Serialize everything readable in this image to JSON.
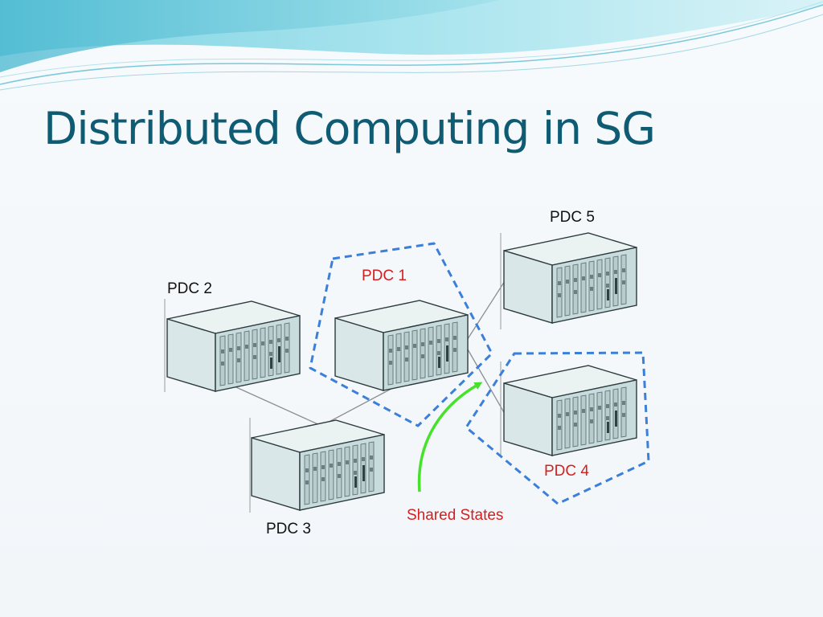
{
  "slide": {
    "title": "Distributed Computing in SG"
  },
  "diagram": {
    "nodes": [
      {
        "id": "pdc1",
        "label": "PDC 1",
        "label_color": "#d42020"
      },
      {
        "id": "pdc2",
        "label": "PDC 2",
        "label_color": "#111111"
      },
      {
        "id": "pdc3",
        "label": "PDC 3",
        "label_color": "#111111"
      },
      {
        "id": "pdc4",
        "label": "PDC 4",
        "label_color": "#d42020"
      },
      {
        "id": "pdc5",
        "label": "PDC 5",
        "label_color": "#111111"
      }
    ],
    "edges": [
      {
        "from": "pdc2",
        "to": "pdc3"
      },
      {
        "from": "pdc3",
        "to": "pdc1"
      },
      {
        "from": "pdc1",
        "to": "pdc5"
      },
      {
        "from": "pdc1",
        "to": "pdc4"
      }
    ],
    "groups": [
      {
        "id": "group-pdc1",
        "members": [
          "pdc1"
        ],
        "style": "dashed",
        "color": "#3b7fd9"
      },
      {
        "id": "group-pdc4",
        "members": [
          "pdc4"
        ],
        "style": "dashed",
        "color": "#3b7fd9"
      }
    ],
    "shared_states": {
      "label": "Shared States",
      "color": "#d42020",
      "arrow_color": "#44e22a"
    }
  },
  "theme": {
    "title_color": "#0e5b73",
    "server_body": "#f2f6f6",
    "server_shadow": "#9bbcc0",
    "edge_color": "#888888"
  }
}
